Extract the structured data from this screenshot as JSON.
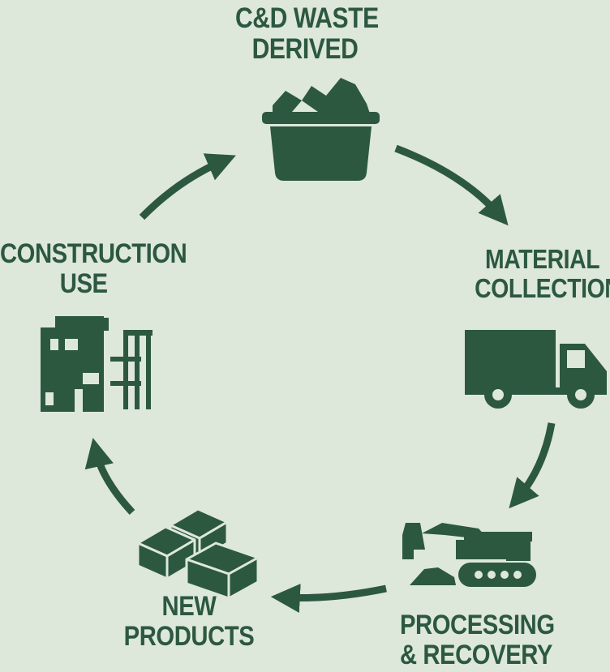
{
  "colors": {
    "background": "#dde7da",
    "primary": "#2c5840"
  },
  "stages": [
    {
      "id": "waste",
      "lines": [
        "C&D WASTE",
        "DERIVED"
      ],
      "icon": "waste-bin-icon"
    },
    {
      "id": "collection",
      "lines": [
        "MATERIAL",
        "COLLECTION"
      ],
      "icon": "truck-icon"
    },
    {
      "id": "processing",
      "lines": [
        "PROCESSING",
        "& RECOVERY"
      ],
      "icon": "excavator-icon"
    },
    {
      "id": "products",
      "lines": [
        "NEW",
        "PRODUCTS"
      ],
      "icon": "stacked-blocks-icon"
    },
    {
      "id": "construction",
      "lines": [
        "CONSTRUCTION",
        "USE"
      ],
      "icon": "building-construction-icon"
    }
  ],
  "cycle_arrows": 5
}
